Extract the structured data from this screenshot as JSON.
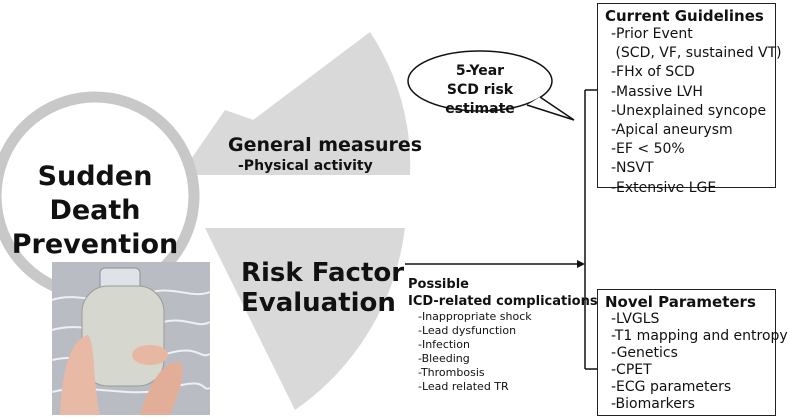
{
  "center": {
    "line1": "Sudden Death",
    "line2": "Prevention"
  },
  "general": {
    "title": "General measures",
    "item": "-Physical activity"
  },
  "risk": {
    "line1": "Risk Factor",
    "line2": "Evaluation"
  },
  "bubble": {
    "line1": "5-Year",
    "line2": "SCD risk estimate"
  },
  "icd": {
    "head1": "Possible",
    "head2": "ICD-related complications",
    "items": [
      "-Inappropriate shock",
      "-Lead dysfunction",
      "-Infection",
      "-Bleeding",
      "-Thrombosis",
      "-Lead related TR"
    ]
  },
  "current": {
    "title": "Current Guidelines",
    "items": [
      "-Prior Event",
      " (SCD, VF, sustained VT)",
      "-FHx of SCD",
      "-Massive LVH",
      "-Unexplained syncope",
      "-Apical aneurysm",
      "-EF < 50%",
      "-NSVT",
      "-Extensive LGE"
    ]
  },
  "novel": {
    "title": "Novel Parameters",
    "items": [
      "-LVGLS",
      "-T1 mapping and entropy",
      "-Genetics",
      "-CPET",
      "-ECG parameters",
      "-Biomarkers"
    ]
  },
  "colors": {
    "wedge": "#d9d9d9",
    "ring": "#c8c8c8",
    "line": "#111111"
  }
}
